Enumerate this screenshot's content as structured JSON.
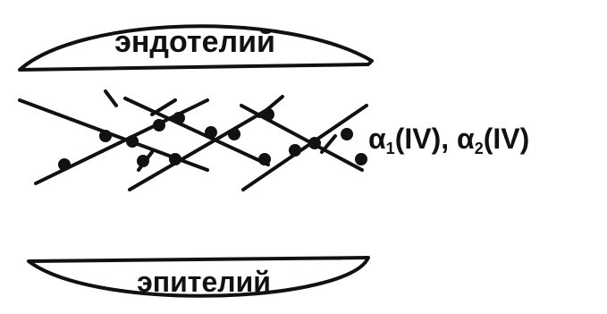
{
  "diagram": {
    "top_label": "эндотелий",
    "bottom_label": "эпителий",
    "chain_label": {
      "alpha": "α",
      "sub1": "1",
      "part1": "(IV), ",
      "sub2": "2",
      "part2": "(IV)"
    }
  },
  "colors": {
    "ink": "#111111",
    "background": "#ffffff"
  }
}
